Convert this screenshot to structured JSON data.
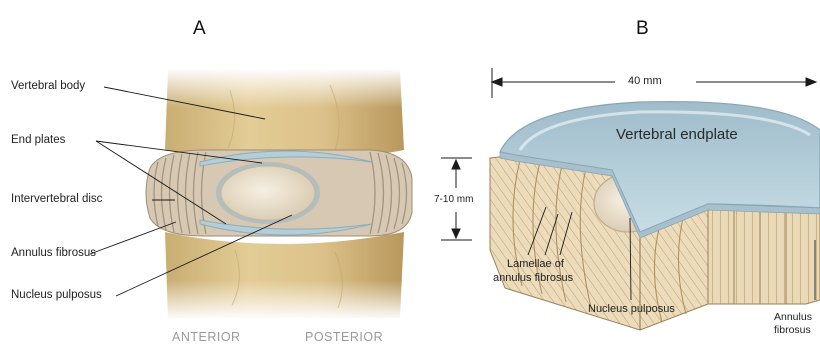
{
  "panel_a": {
    "letter": "A",
    "labels": {
      "vertebral_body": "Vertebral body",
      "end_plates": "End plates",
      "intervertebral_disc": "Intervertebral disc",
      "annulus_fibrosus": "Annulus fibrosus",
      "nucleus_pulposus": "Nucleus pulposus"
    },
    "directions": {
      "anterior": "ANTERIOR",
      "posterior": "POSTERIOR"
    }
  },
  "panel_b": {
    "letter": "B",
    "width_dimension": "40 mm",
    "height_dimension": "7-10 mm",
    "labels": {
      "vertebral_endplate": "Vertebral endplate",
      "lamellae_line1": "Lamellae of",
      "lamellae_line2": "annulus fibrosus",
      "nucleus_pulposus": "Nucleus pulposus",
      "annulus_line1": "Annulus",
      "annulus_line2": "fibrosus"
    }
  },
  "colors": {
    "bone": "#dcc38d",
    "disc_fiber": "#cfc1ac",
    "nucleus": "#ede4d2",
    "endplate": "#a9c3cf",
    "endplate_top": "#b9d0d9"
  }
}
